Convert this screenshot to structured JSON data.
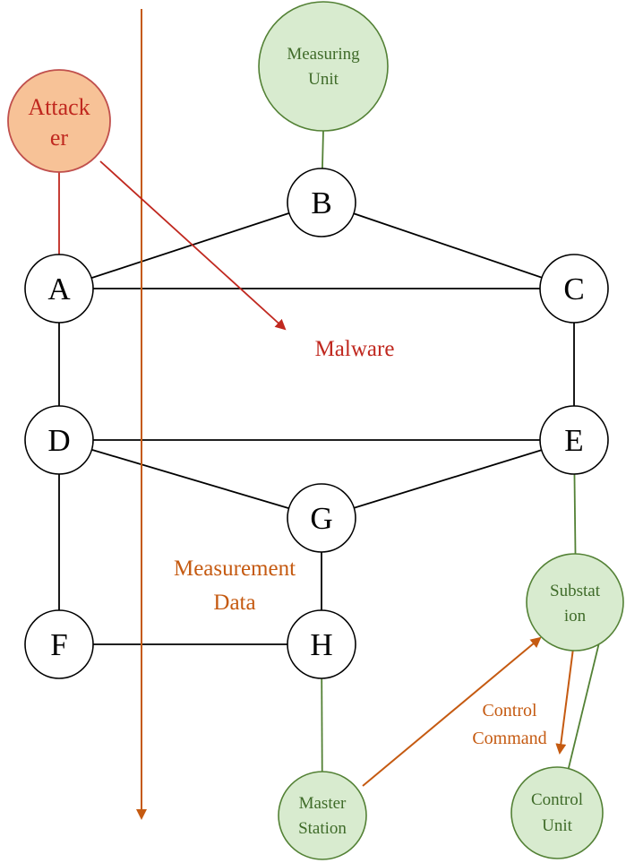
{
  "nodes": {
    "measuring_unit": [
      "Measuring",
      "Unit"
    ],
    "attacker": [
      "Attack",
      "er"
    ],
    "B": "B",
    "A": "A",
    "C": "C",
    "D": "D",
    "E": "E",
    "G": "G",
    "F": "F",
    "H": "H",
    "substation": [
      "Substat",
      "ion"
    ],
    "master_station": [
      "Master",
      "Station"
    ],
    "control_unit": [
      "Control",
      "Unit"
    ]
  },
  "annotations": {
    "malware": "Malware",
    "measurement_data": [
      "Measurement",
      "Data"
    ],
    "control_command": [
      "Control",
      "Command"
    ]
  },
  "colors": {
    "node_border": "#000000",
    "green_node_fill": "#d8ebcf",
    "green_node_border": "#538135",
    "attacker_fill": "#f7c297",
    "attacker_border": "#c0504d",
    "malware_red": "#c0281f",
    "measurement_orange": "#c55a11"
  }
}
